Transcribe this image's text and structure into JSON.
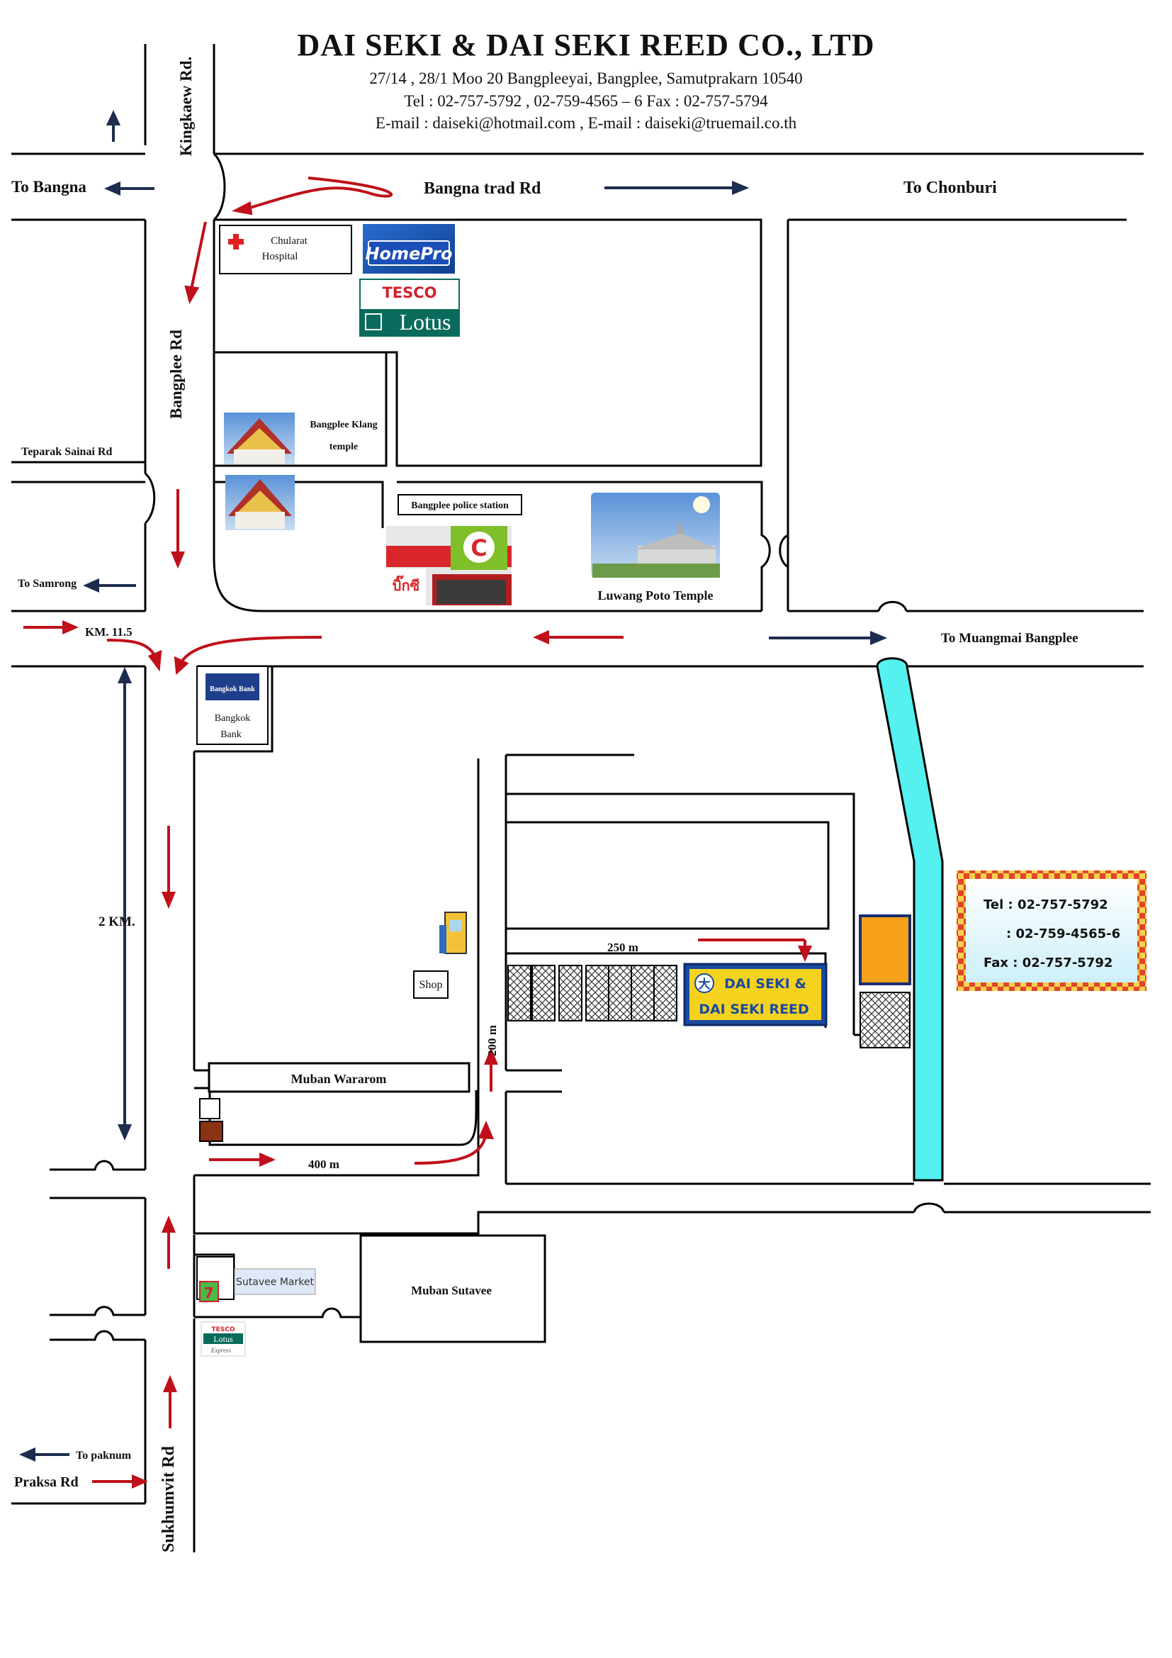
{
  "header": {
    "title": "DAI SEKI & DAI SEKI REED CO., LTD",
    "address": "27/14 , 28/1  Moo 20 Bangpleeyai, Bangplee, Samutprakarn 10540",
    "phone_line": "Tel : 02-757-5792 , 02-759-4565 – 6        Fax : 02-757-5794",
    "email_line": "E-mail : daiseki@hotmail.com    ,  E-mail : daiseki@truemail.co.th"
  },
  "roads": {
    "kingkaew": "Kingkaew Rd.",
    "bangna_trad": "Bangna trad Rd",
    "bangplee": "Bangplee Rd",
    "teparak": "Teparak Sainai Rd",
    "sukhumvit": "Sukhumvit Rd",
    "praksa": "Praksa Rd"
  },
  "directions": {
    "to_bangna": "To Bangna",
    "to_chonburi": "To Chonburi",
    "to_samrong": "To Samrong",
    "to_muangmai": "To Muangmai Bangplee",
    "to_paknum": "To paknum"
  },
  "distances": {
    "km": "KM. 11.5",
    "two_km": "2 KM.",
    "m400": "400 m",
    "m200": "200 m",
    "m250": "250 m"
  },
  "landmarks": {
    "hospital_1": "Chularat",
    "hospital_2": "Hospital",
    "homepro": "HomePro",
    "tesco": "TESCO",
    "lotus": "Lotus",
    "temple_1": "Bangplee Klang",
    "temple_2": "temple",
    "police": "Bangplee police station",
    "bigc_thai": "บิ๊กซี",
    "bigc_letter": "C",
    "luwang": "Luwang Poto Temple",
    "bank_logo": "Bangkok Bank",
    "bank_1": "Bangkok",
    "bank_2": "Bank",
    "shop": "Shop",
    "muban_wararom": "Muban Wararom",
    "sutavee_market": "Sutavee Market",
    "muban_sutavee": "Muban Sutavee",
    "seven": "7",
    "tesco_small": "TESCO",
    "lotus_small": "Lotus",
    "express": "Express"
  },
  "company": {
    "mark": "大",
    "line1": "DAI SEKI &",
    "line2": "DAI SEKI REED"
  },
  "contact_box": {
    "tel": "Tel  : 02-757-5792",
    "tel2": ": 02-759-4565-6",
    "fax": "Fax : 02-757-5792"
  },
  "colors": {
    "road_line": "#000000",
    "red_arrow": "#c0101a",
    "navy_arrow": "#1d2d4f",
    "canal": "#55f0f0",
    "orange_building": "#f7a01a",
    "company_blue": "#1a4aa0",
    "company_yellow": "#f5d21e",
    "contact_border": "#e0a020"
  }
}
